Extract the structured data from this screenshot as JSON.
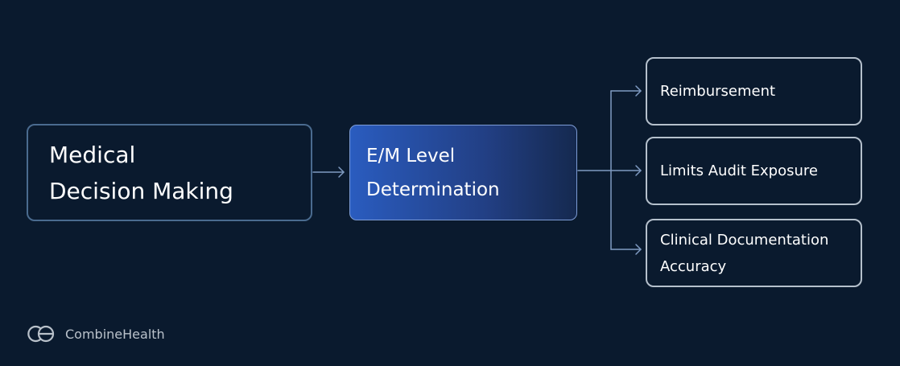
{
  "diagram": {
    "source": {
      "lines": [
        "Medical",
        "Decision Making"
      ]
    },
    "center": {
      "lines": [
        "E/M Level",
        "Determination"
      ]
    },
    "outcomes": [
      {
        "lines": [
          "Reimbursement"
        ]
      },
      {
        "lines": [
          "Limits Audit Exposure"
        ]
      },
      {
        "lines": [
          "Clinical Documentation",
          "Accuracy"
        ]
      }
    ]
  },
  "brand": {
    "name": "CombineHealth",
    "icon": "combinehealth-logo-icon"
  },
  "colors": {
    "background": "#0a1a2e",
    "connector": "#7f9bc2",
    "source_border": "#4a6b8f",
    "center_gradient_start": "#2a5cbf",
    "center_gradient_end": "#15294f",
    "outcome_border": "#b5c0cc",
    "text": "#ffffff",
    "brand_text": "#b9c1ca"
  }
}
